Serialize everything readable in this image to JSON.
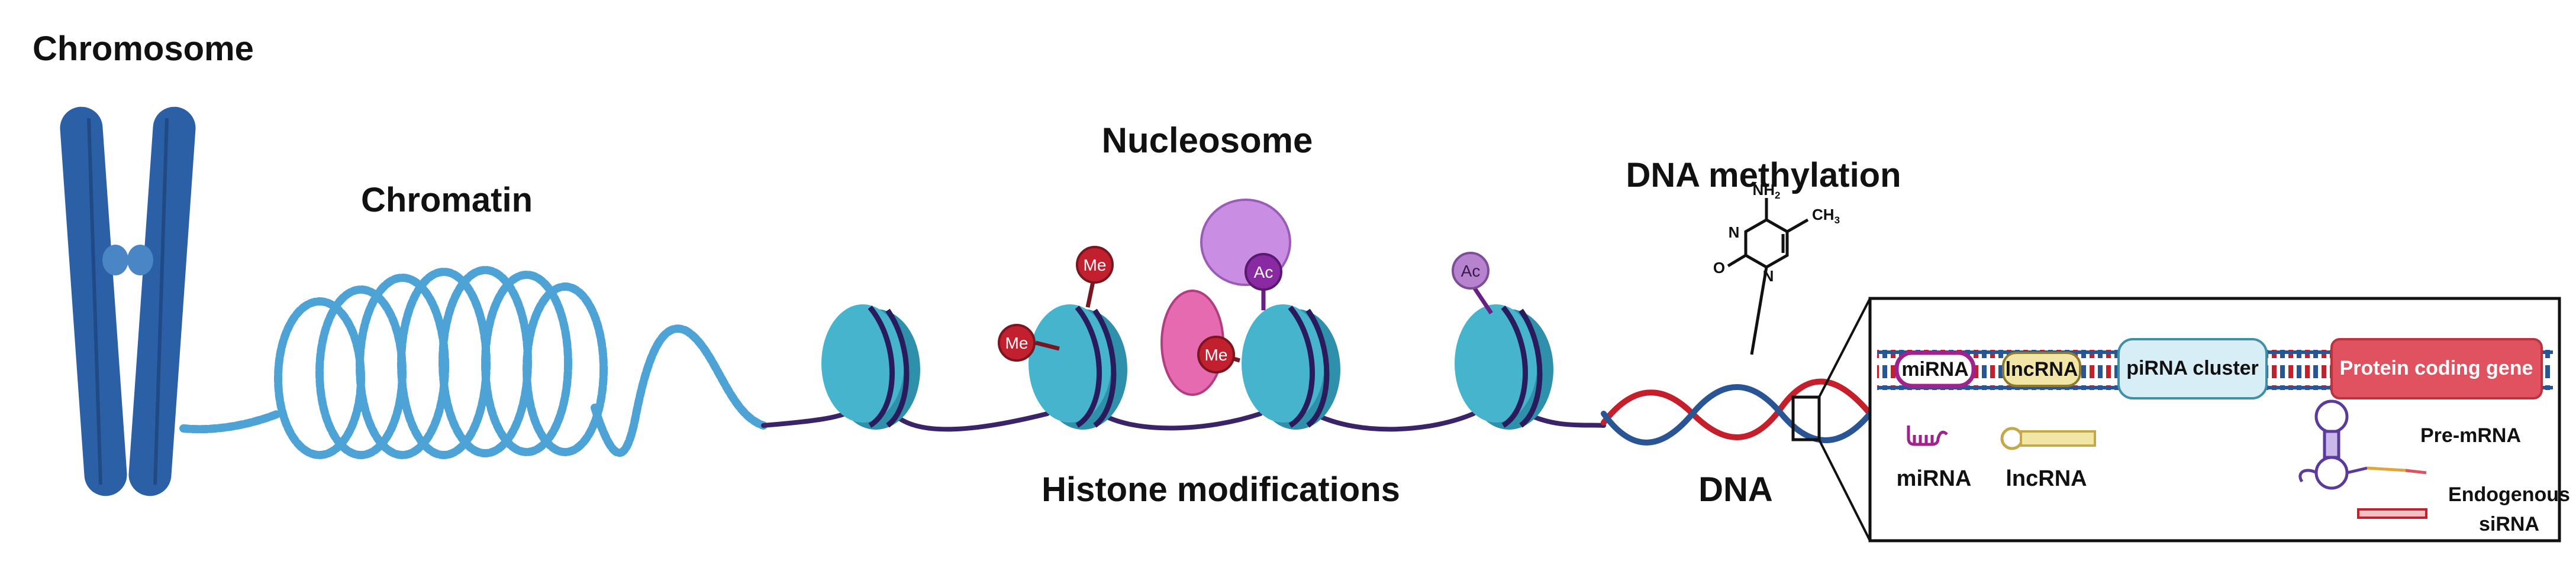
{
  "labels": {
    "chromosome": "Chromosome",
    "chromatin": "Chromatin",
    "nucleosome": "Nucleosome",
    "histone_modifications": "Histone modifications",
    "dna_methylation": "DNA methylation",
    "dna": "DNA"
  },
  "marks": {
    "me": "Me",
    "ac": "Ac"
  },
  "molecule": {
    "nh2": "NH",
    "nh2_sub": "2",
    "ch3": "CH",
    "ch3_sub": "3",
    "n1": "N",
    "n3": "N",
    "o": "O"
  },
  "inset": {
    "gene_labels": {
      "mirna": "miRNA",
      "lncrna": "lncRNA",
      "pirna_cluster": "piRNA cluster",
      "protein_coding_gene": "Protein coding gene"
    },
    "legend": {
      "mirna": "miRNA",
      "lncrna": "lncRNA",
      "pre_mrna": "Pre-mRNA",
      "endogenous_line1": "Endogenous",
      "endogenous_line2": "siRNA"
    }
  },
  "colors": {
    "chromosome": "#2b5fa6",
    "chromatin": "#4ea3d6",
    "nucleosome": "#45b4cc",
    "dna_link": "#3a2366",
    "methyl_red": "#c2202f",
    "acetyl_purple": "#8a2aa3",
    "reader_pink": "#e66aaf",
    "reader_lilac": "#c98ee3",
    "dna_red": "#c41f2a",
    "dna_blue": "#2a5594",
    "mirna_box": "#a0228f",
    "lncrna_box": "#f2e6a6",
    "pirna_box": "#d8eef6",
    "protein_gene_box": "#e0525f"
  }
}
